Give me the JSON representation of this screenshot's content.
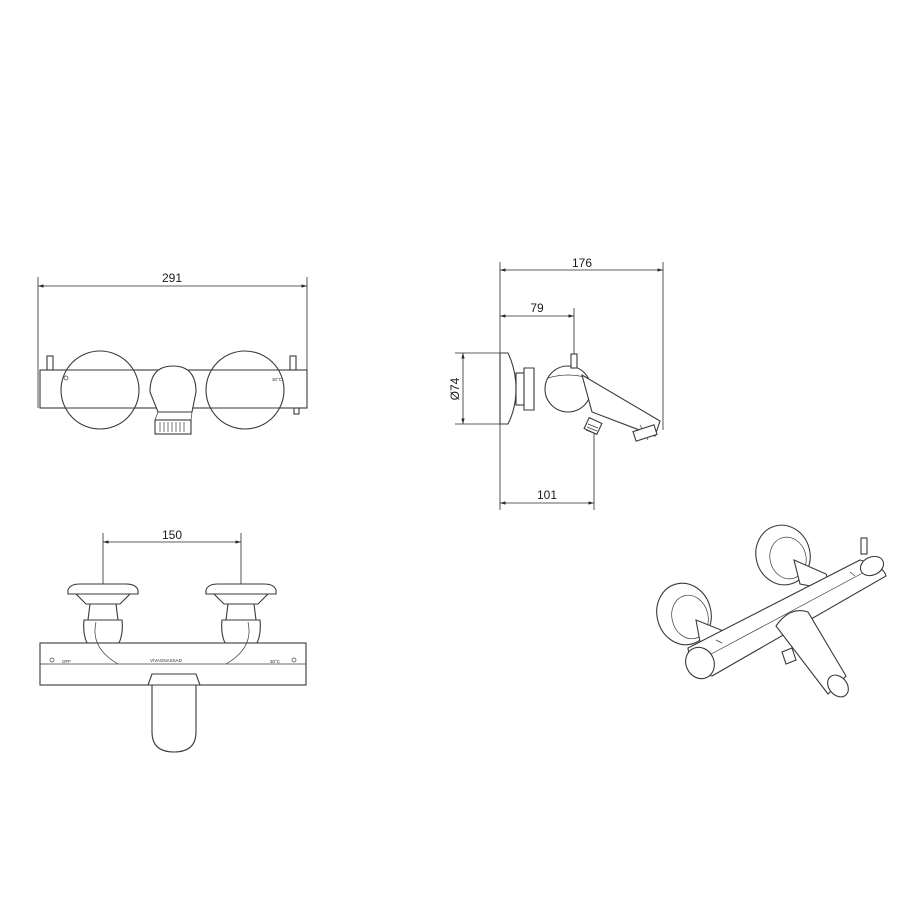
{
  "dimensions": {
    "front_width": "291",
    "side_depth": "176",
    "side_spindle": "79",
    "side_diameter": "Ø74",
    "side_spout": "101",
    "top_centers": "150"
  },
  "markings": {
    "temp": "30°C",
    "off": "OFF",
    "brand": "VIVAGNASSAD"
  }
}
